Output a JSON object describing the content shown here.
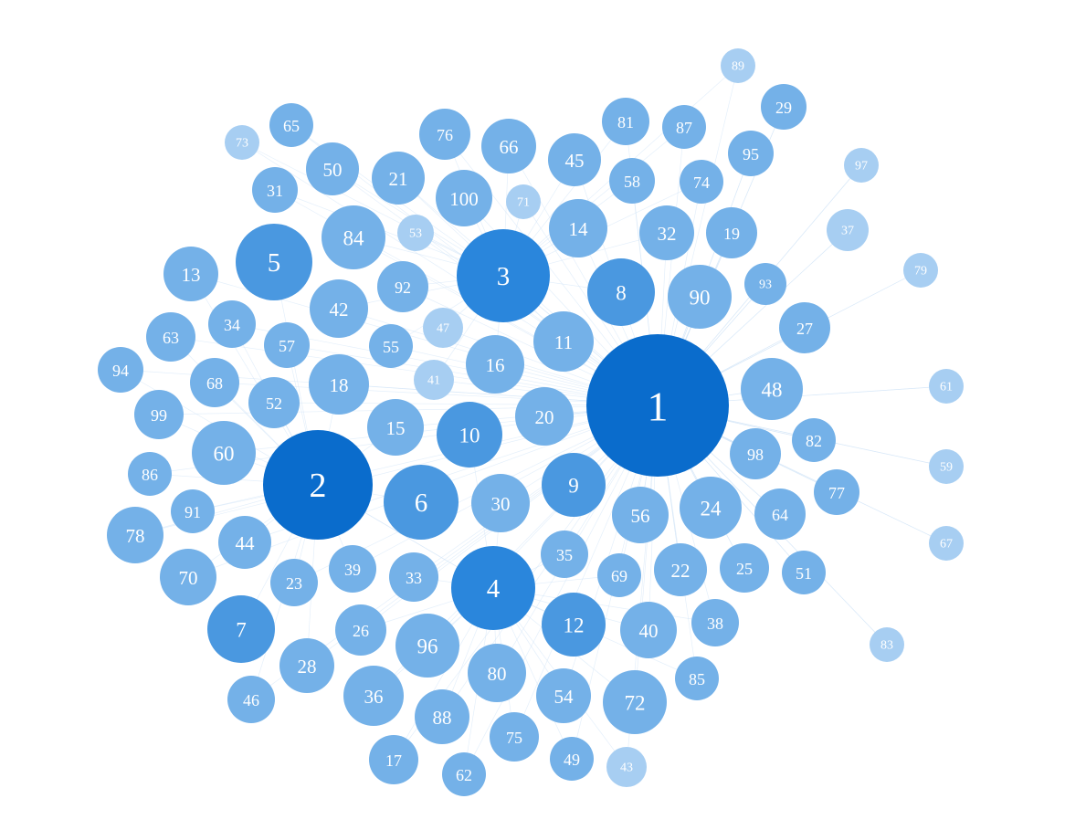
{
  "network": {
    "colors": {
      "background": "#ffffff",
      "edge": "#cfe3f7",
      "node_label": "#ffffff",
      "levels": [
        "#0a6ccc",
        "#2a86dc",
        "#4a98e0",
        "#74b1e8",
        "#a7cef2"
      ]
    },
    "nodes": [
      {
        "id": "1",
        "level": 0
      },
      {
        "id": "2",
        "level": 0
      },
      {
        "id": "3",
        "level": 1
      },
      {
        "id": "4",
        "level": 1
      },
      {
        "id": "5",
        "level": 2
      },
      {
        "id": "6",
        "level": 2
      },
      {
        "id": "7",
        "level": 2
      },
      {
        "id": "8",
        "level": 2
      },
      {
        "id": "9",
        "level": 2
      },
      {
        "id": "10",
        "level": 2
      },
      {
        "id": "11",
        "level": 3
      },
      {
        "id": "12",
        "level": 2
      },
      {
        "id": "13",
        "level": 3
      },
      {
        "id": "14",
        "level": 3
      },
      {
        "id": "15",
        "level": 3
      },
      {
        "id": "16",
        "level": 3
      },
      {
        "id": "17",
        "level": 3
      },
      {
        "id": "18",
        "level": 3
      },
      {
        "id": "19",
        "level": 3
      },
      {
        "id": "20",
        "level": 3
      },
      {
        "id": "21",
        "level": 3
      },
      {
        "id": "22",
        "level": 3
      },
      {
        "id": "23",
        "level": 3
      },
      {
        "id": "24",
        "level": 3
      },
      {
        "id": "25",
        "level": 3
      },
      {
        "id": "26",
        "level": 3
      },
      {
        "id": "27",
        "level": 3
      },
      {
        "id": "28",
        "level": 3
      },
      {
        "id": "29",
        "level": 3
      },
      {
        "id": "30",
        "level": 3
      },
      {
        "id": "31",
        "level": 3
      },
      {
        "id": "32",
        "level": 3
      },
      {
        "id": "33",
        "level": 3
      },
      {
        "id": "34",
        "level": 3
      },
      {
        "id": "35",
        "level": 3
      },
      {
        "id": "36",
        "level": 3
      },
      {
        "id": "37",
        "level": 4
      },
      {
        "id": "38",
        "level": 3
      },
      {
        "id": "39",
        "level": 3
      },
      {
        "id": "40",
        "level": 3
      },
      {
        "id": "41",
        "level": 4
      },
      {
        "id": "42",
        "level": 3
      },
      {
        "id": "43",
        "level": 4
      },
      {
        "id": "44",
        "level": 3
      },
      {
        "id": "45",
        "level": 3
      },
      {
        "id": "46",
        "level": 3
      },
      {
        "id": "47",
        "level": 4
      },
      {
        "id": "48",
        "level": 3
      },
      {
        "id": "49",
        "level": 3
      },
      {
        "id": "50",
        "level": 3
      },
      {
        "id": "51",
        "level": 3
      },
      {
        "id": "52",
        "level": 3
      },
      {
        "id": "53",
        "level": 4
      },
      {
        "id": "54",
        "level": 3
      },
      {
        "id": "55",
        "level": 3
      },
      {
        "id": "56",
        "level": 3
      },
      {
        "id": "57",
        "level": 3
      },
      {
        "id": "58",
        "level": 3
      },
      {
        "id": "59",
        "level": 4
      },
      {
        "id": "60",
        "level": 3
      },
      {
        "id": "61",
        "level": 4
      },
      {
        "id": "62",
        "level": 3
      },
      {
        "id": "63",
        "level": 3
      },
      {
        "id": "64",
        "level": 3
      },
      {
        "id": "65",
        "level": 3
      },
      {
        "id": "66",
        "level": 3
      },
      {
        "id": "67",
        "level": 4
      },
      {
        "id": "68",
        "level": 3
      },
      {
        "id": "69",
        "level": 3
      },
      {
        "id": "70",
        "level": 3
      },
      {
        "id": "71",
        "level": 4
      },
      {
        "id": "72",
        "level": 3
      },
      {
        "id": "73",
        "level": 4
      },
      {
        "id": "74",
        "level": 3
      },
      {
        "id": "75",
        "level": 3
      },
      {
        "id": "76",
        "level": 3
      },
      {
        "id": "77",
        "level": 3
      },
      {
        "id": "78",
        "level": 3
      },
      {
        "id": "79",
        "level": 4
      },
      {
        "id": "80",
        "level": 3
      },
      {
        "id": "81",
        "level": 3
      },
      {
        "id": "82",
        "level": 3
      },
      {
        "id": "83",
        "level": 4
      },
      {
        "id": "84",
        "level": 3
      },
      {
        "id": "85",
        "level": 3
      },
      {
        "id": "86",
        "level": 3
      },
      {
        "id": "87",
        "level": 3
      },
      {
        "id": "88",
        "level": 3
      },
      {
        "id": "89",
        "level": 4
      },
      {
        "id": "90",
        "level": 3
      },
      {
        "id": "91",
        "level": 3
      },
      {
        "id": "92",
        "level": 3
      },
      {
        "id": "93",
        "level": 3
      },
      {
        "id": "94",
        "level": 3
      },
      {
        "id": "95",
        "level": 3
      },
      {
        "id": "96",
        "level": 3
      },
      {
        "id": "97",
        "level": 4
      },
      {
        "id": "98",
        "level": 3
      },
      {
        "id": "99",
        "level": 3
      },
      {
        "id": "100",
        "level": 3
      }
    ]
  }
}
